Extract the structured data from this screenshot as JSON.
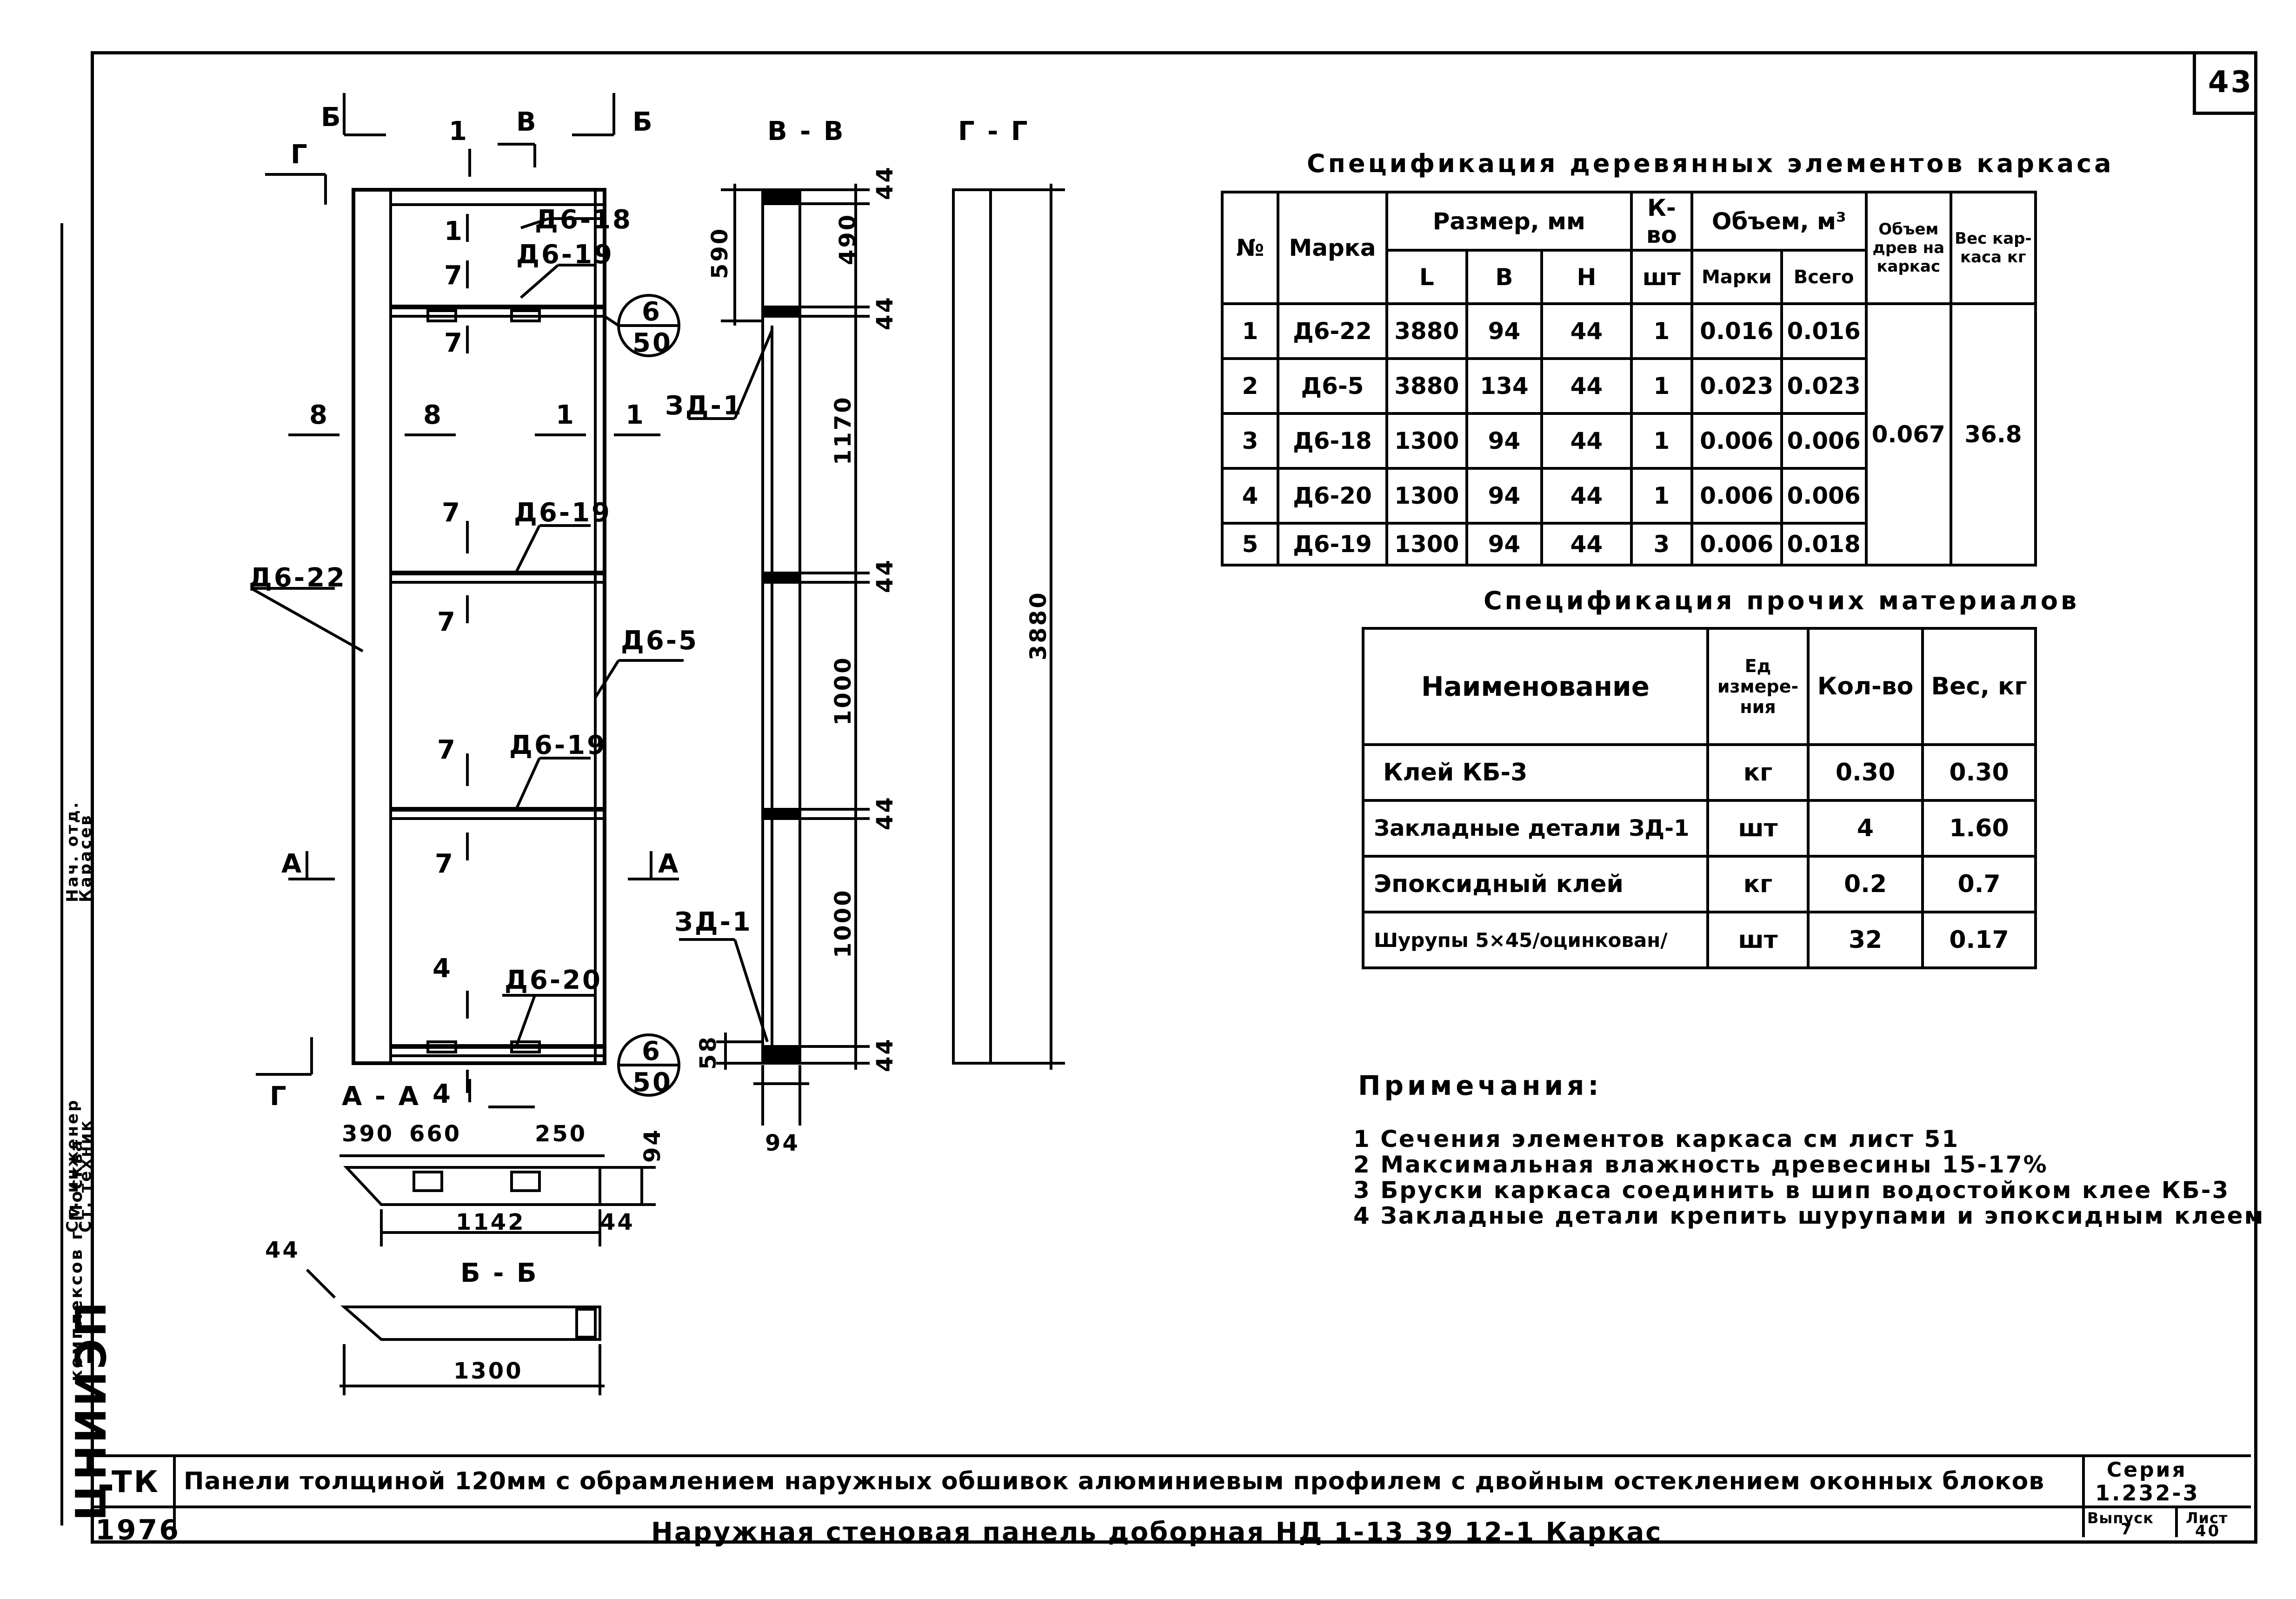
{
  "sheet_number": "43",
  "drawing": {
    "section_b": "Б",
    "section_v_label": "В",
    "section_1": "1",
    "section_g": "Г",
    "section_a": "А",
    "section_8": "8",
    "label_vv": "В - В",
    "label_gg": "Г - Г",
    "label_aa": "А - А",
    "label_bb": "Б - Б",
    "marks": {
      "db18": "Д6-18",
      "db19": "Д6-19",
      "db19b": "Д6-19",
      "db19c": "Д6-19",
      "db20": "Д6-20",
      "db22": "Д6-22",
      "db5": "Д6-5",
      "zd1a": "ЗД-1",
      "zd1b": "ЗД-1",
      "n7a": "7",
      "n7b": "7",
      "n7c": "7",
      "n7d": "7",
      "n7e": "7",
      "n7f": "7",
      "n1a": "1",
      "n1b": "1",
      "n1c": "1",
      "n8": "8",
      "n4a": "4",
      "n4b": "4"
    },
    "callout_top": {
      "num": "6",
      "den": "50"
    },
    "callout_bottom": {
      "num": "6",
      "den": "50"
    },
    "dims_vv": {
      "d44a": "44",
      "d490": "490",
      "d44b": "44",
      "d1170": "1170",
      "d44c": "44",
      "d1000a": "1000",
      "d44d": "44",
      "d1000b": "1000",
      "d44e": "44",
      "d590": "590",
      "d58": "58",
      "d94": "94"
    },
    "dim_gg": "3880",
    "dims_aa": {
      "d390": "390",
      "d660": "660",
      "d250": "250",
      "d94": "94",
      "d1142": "1142",
      "d44": "44"
    },
    "dims_bb": {
      "d44": "44",
      "d1300": "1300"
    }
  },
  "spec_wood": {
    "title": "Спецификация деревянных элементов каркаса",
    "headers": {
      "num": "№",
      "mark": "Марка",
      "size": "Размер, мм",
      "L": "L",
      "B": "В",
      "H": "Н",
      "qty": "К-во",
      "qty_unit": "шт",
      "volume": "Объем, м³",
      "vol_mark": "Марки",
      "vol_total": "Всего",
      "vol_wood": "Объем древ на каркас",
      "weight": "Вес кар-каса кг"
    },
    "rows": [
      {
        "n": "1",
        "mark": "Д6-22",
        "L": "3880",
        "B": "94",
        "H": "44",
        "qty": "1",
        "vm": "0.016",
        "vt": "0.016"
      },
      {
        "n": "2",
        "mark": "Д6-5",
        "L": "3880",
        "B": "134",
        "H": "44",
        "qty": "1",
        "vm": "0.023",
        "vt": "0.023"
      },
      {
        "n": "3",
        "mark": "Д6-18",
        "L": "1300",
        "B": "94",
        "H": "44",
        "qty": "1",
        "vm": "0.006",
        "vt": "0.006"
      },
      {
        "n": "4",
        "mark": "Д6-20",
        "L": "1300",
        "B": "94",
        "H": "44",
        "qty": "1",
        "vm": "0.006",
        "vt": "0.006"
      },
      {
        "n": "5",
        "mark": "Д6-19",
        "L": "1300",
        "B": "94",
        "H": "44",
        "qty": "3",
        "vm": "0.006",
        "vt": "0.018"
      }
    ],
    "vol_wood_value": "0.067",
    "weight_value": "36.8"
  },
  "spec_other": {
    "title": "Спецификация прочих материалов",
    "headers": {
      "name": "Наименование",
      "unit": "Ед измере-ния",
      "qty": "Кол-во",
      "weight": "Вес, кг"
    },
    "rows": [
      {
        "name": "Клей КБ-3",
        "unit": "кг",
        "qty": "0.30",
        "weight": "0.30"
      },
      {
        "name": "Закладные детали ЗД-1",
        "unit": "шт",
        "qty": "4",
        "weight": "1.60"
      },
      {
        "name": "Эпоксидный клей",
        "unit": "кг",
        "qty": "0.2",
        "weight": "0.7"
      },
      {
        "name": "Шурупы 5×45/оцинкован/",
        "unit": "шт",
        "qty": "32",
        "weight": "0.17"
      }
    ]
  },
  "notes": {
    "title": "Примечания:",
    "items": [
      "1 Сечения элементов каркаса см лист 51",
      "2 Максимальная влажность древесины 15-17%",
      "3 Бруски каркаса соединить в шип водостойком клее КБ-3",
      "4 Закладные детали крепить шурупами и эпоксидным клеем"
    ]
  },
  "stamp": {
    "org": "ТК",
    "year": "1976",
    "line1": "Панели толщиной 120мм с обрамлением наружных обшивок алюминиевым профилем с двойным остеклением оконных блоков",
    "line2": "Наружная стеновая панель доборная НД 1-13 39 12-1 Каркас",
    "series_label": "Серия",
    "series_value": "1.232-3",
    "issue_label": "Выпуск",
    "issue_value": "7",
    "sheet_label": "Лист",
    "sheet_value": "40"
  },
  "side_stamp": {
    "org": "ЦНИИЭП",
    "org2": "комплексов г.Москва",
    "role1": "Ст. инженер",
    "role2": "Ст. техник",
    "head": "Нач. отд.",
    "name": "Карасев"
  }
}
